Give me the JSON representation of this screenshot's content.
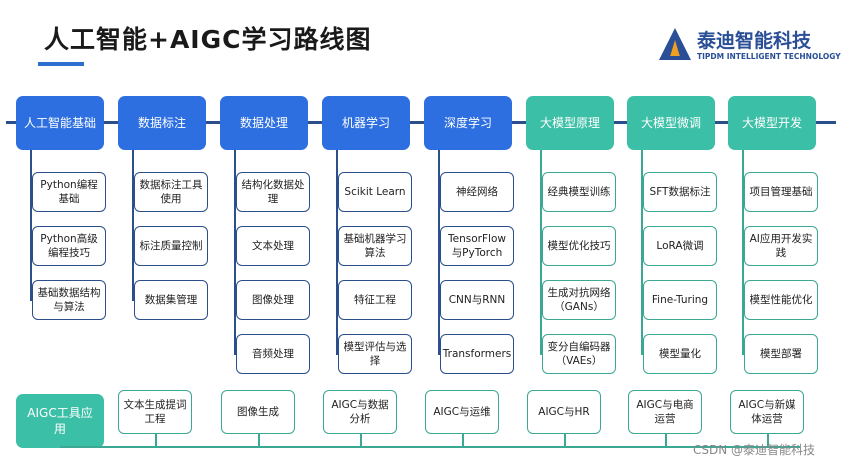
{
  "title": "人工智能+AIGC学习路线图",
  "logo": {
    "name": "泰迪智能科技",
    "subtitle": "TIPDM INTELLIGENT TECHNOLOGY"
  },
  "columns": [
    {
      "label": "人工智能基础",
      "color": "blue",
      "items": [
        "Python编程基础",
        "Python高级编程技巧",
        "基础数据结构与算法"
      ]
    },
    {
      "label": "数据标注",
      "color": "blue",
      "items": [
        "数据标注工具使用",
        "标注质量控制",
        "数据集管理"
      ]
    },
    {
      "label": "数据处理",
      "color": "blue",
      "items": [
        "结构化数据处理",
        "文本处理",
        "图像处理",
        "音频处理"
      ]
    },
    {
      "label": "机器学习",
      "color": "blue",
      "items": [
        "Scikit Learn",
        "基础机器学习算法",
        "特征工程",
        "模型评估与选择"
      ]
    },
    {
      "label": "深度学习",
      "color": "blue",
      "items": [
        "神经网络",
        "TensorFlow与PyTorch",
        "CNN与RNN",
        "Transformers"
      ]
    },
    {
      "label": "大模型原理",
      "color": "teal",
      "items": [
        "经典模型训练",
        "模型优化技巧",
        "生成对抗网络（GANs）",
        "变分自编码器（VAEs）"
      ]
    },
    {
      "label": "大模型微调",
      "color": "teal",
      "items": [
        "SFT数据标注",
        "LoRA微调",
        "Fine-Turing",
        "模型量化"
      ]
    },
    {
      "label": "大模型开发",
      "color": "teal",
      "items": [
        "项目管理基础",
        "AI应用开发实践",
        "模型性能优化",
        "模型部署"
      ]
    }
  ],
  "aigc": {
    "label": "AIGC工具应用",
    "items": [
      "文本生成提词工程",
      "图像生成",
      "AIGC与数据分析",
      "AIGC与运维",
      "AIGC与HR",
      "AIGC与电商运营",
      "AIGC与新媒体运营"
    ]
  },
  "watermark": "CSDN @泰迪智能科技"
}
